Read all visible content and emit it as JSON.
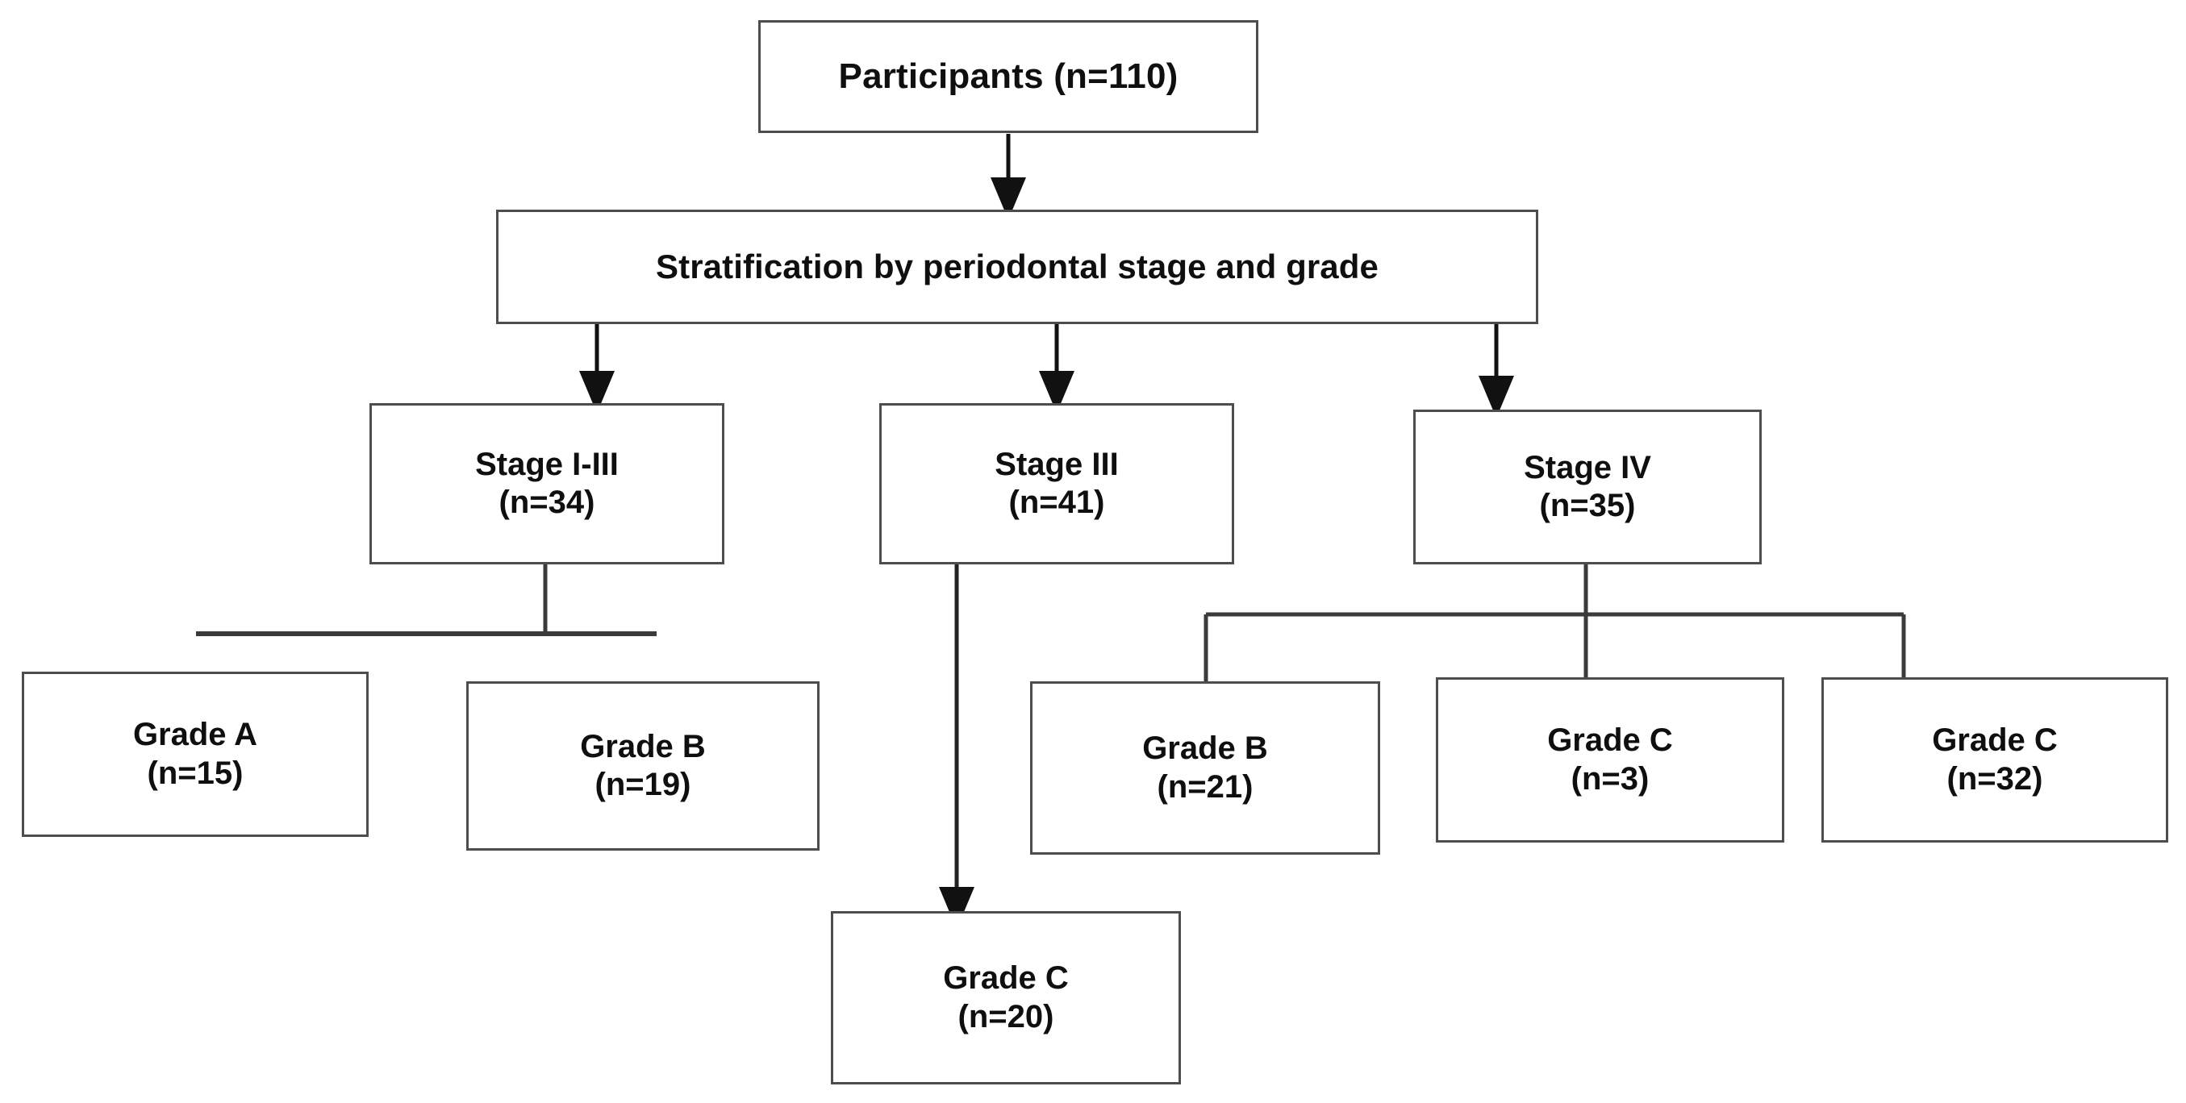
{
  "diagram": {
    "type": "flowchart",
    "title_present": false,
    "colors": {
      "box_border": "#4d4d4d",
      "box_fill": "#ffffff",
      "connector": "#262626",
      "text": "#0f0f0f",
      "background": "#ffffff"
    },
    "nodes": {
      "participants": {
        "label": "Participants (n=110)",
        "count": 110
      },
      "stratification": {
        "label": "Stratification by periodontal stage and grade"
      },
      "stage_1_3": {
        "line1": "Stage I-III",
        "line2": "(n=34)",
        "count": 34
      },
      "stage_3": {
        "line1": "Stage III",
        "line2": "(n=41)",
        "count": 41
      },
      "stage_4": {
        "line1": "Stage IV",
        "line2": "(n=35)",
        "count": 35
      },
      "grade_a_15": {
        "line1": "Grade A",
        "line2": "(n=15)",
        "count": 15
      },
      "grade_b_19": {
        "line1": "Grade B",
        "line2": "(n=19)",
        "count": 19
      },
      "grade_b_21": {
        "line1": "Grade B",
        "line2": "(n=21)",
        "count": 21
      },
      "grade_c_3": {
        "line1": "Grade C",
        "line2": "(n=3)",
        "count": 3
      },
      "grade_c_32": {
        "line1": "Grade C",
        "line2": "(n=32)",
        "count": 32
      },
      "grade_c_20": {
        "line1": "Grade C",
        "line2": "(n=20)",
        "count": 20
      }
    },
    "edges": [
      {
        "from": "participants",
        "to": "stratification",
        "arrow": true
      },
      {
        "from": "stratification",
        "to": "stage_1_3",
        "arrow": true
      },
      {
        "from": "stratification",
        "to": "stage_3",
        "arrow": true
      },
      {
        "from": "stratification",
        "to": "stage_4",
        "arrow": true
      },
      {
        "from": "stage_1_3",
        "to": "grade_a_15",
        "arrow": false
      },
      {
        "from": "stage_1_3",
        "to": "grade_b_19",
        "arrow": false
      },
      {
        "from": "stage_3",
        "to": "grade_c_20",
        "arrow": true
      },
      {
        "from": "stage_4",
        "to": "grade_b_21",
        "arrow": false
      },
      {
        "from": "stage_4",
        "to": "grade_c_3",
        "arrow": false
      },
      {
        "from": "stage_4",
        "to": "grade_c_32",
        "arrow": false
      }
    ]
  }
}
